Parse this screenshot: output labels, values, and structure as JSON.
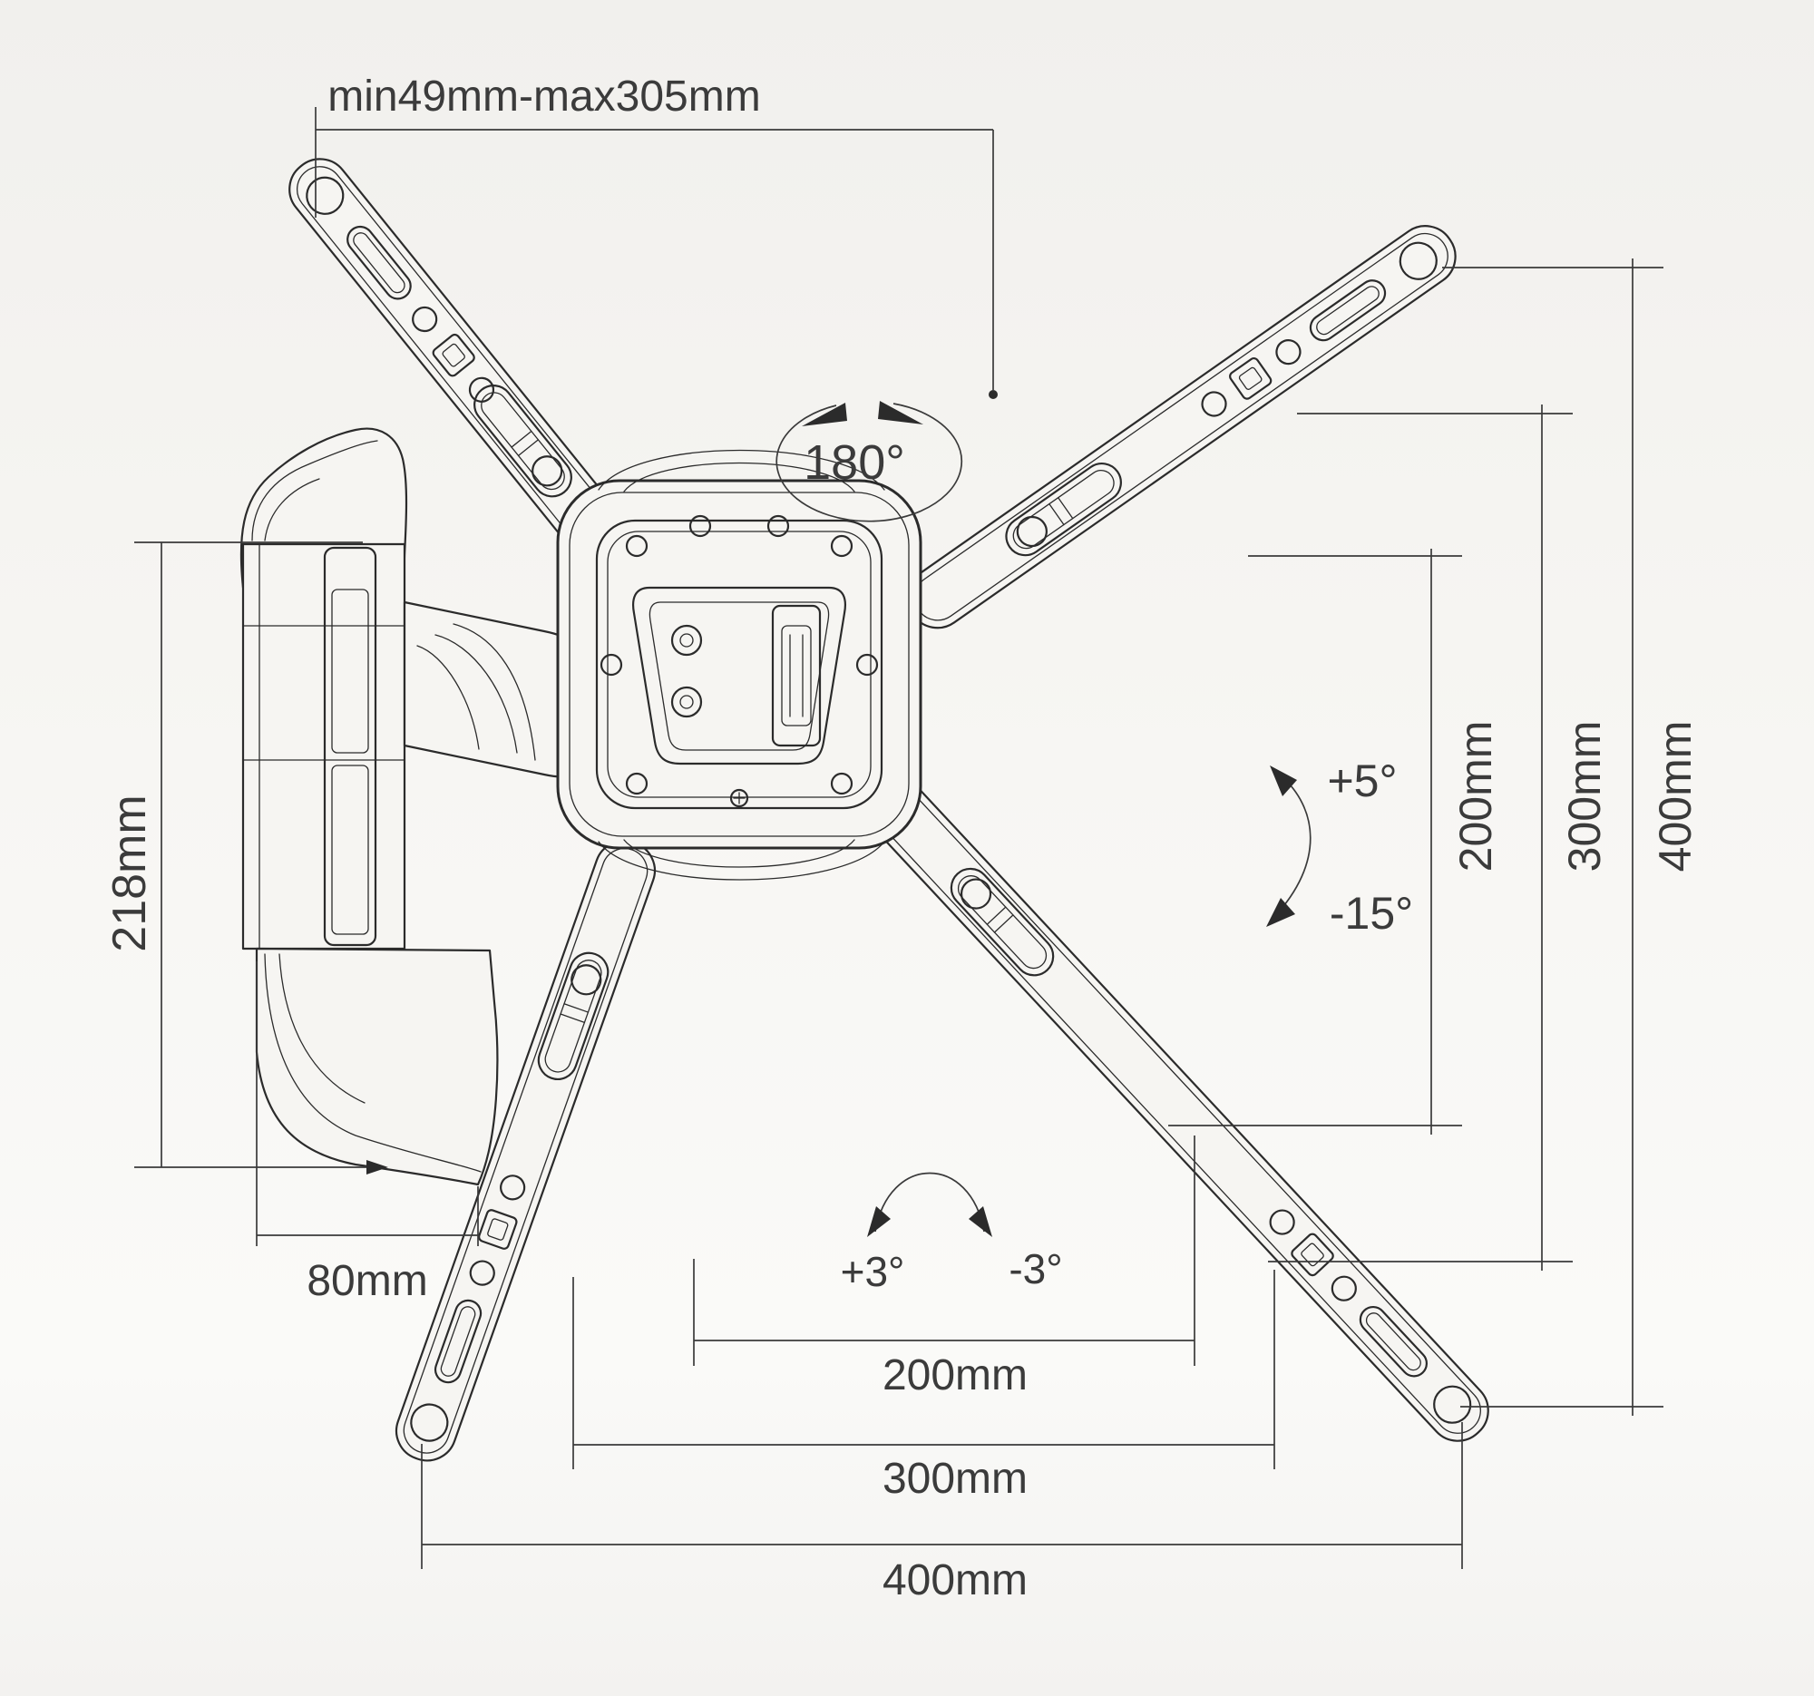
{
  "drawing": {
    "title_semantic": "tv-wall-mount-technical-drawing",
    "background": "#f4f3f0",
    "line_color": "#2b2b2b",
    "dimension_color": "#3a3a3a"
  },
  "dimensions": {
    "extension_range": "min49mm-max305mm",
    "swivel_angle": "180°",
    "wall_plate_height": "218mm",
    "wall_plate_width": "80mm",
    "tilt_up": "+5°",
    "tilt_down": "-15°",
    "rotate_left": "+3°",
    "rotate_right": "-3°",
    "vesa_vertical": [
      "200mm",
      "300mm",
      "400mm"
    ],
    "vesa_horizontal": [
      "200mm",
      "300mm",
      "400mm"
    ]
  }
}
